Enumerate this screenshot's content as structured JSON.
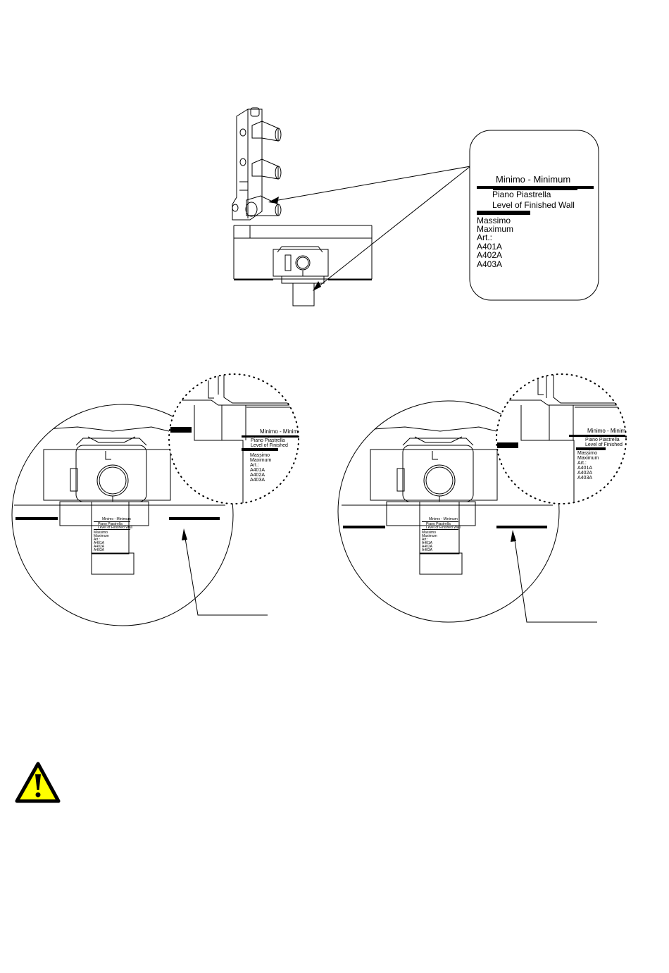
{
  "callout": {
    "minimum": "Minimo - Minimum",
    "tile_it": "Piano Piastrella",
    "tile_en": "Level of Finished Wall",
    "max_it": "Massimo",
    "max_en": "Maximum",
    "art": "Art.:",
    "art1": "A401A",
    "art2": "A402A",
    "art3": "A403A"
  },
  "detail_left": {
    "minimum": "Minimo - Minim",
    "tile_it": "Piano Piastrella",
    "tile_en": "Level of Finished",
    "max_it": "Massimo",
    "max_en": "Maximum",
    "art": "Art.:",
    "art1": "A401A",
    "art2": "A402A",
    "art3": "A403A",
    "small_min": "Minimo - Minimum",
    "small_tile_it": "Piano Piastrella",
    "small_tile_en": "Level of Finished Wall",
    "small_max_it": "Massimo",
    "small_max_en": "Maximum",
    "small_art": "Art.:",
    "small_a1": "A401A",
    "small_a2": "A402A",
    "small_a3": "A403A"
  },
  "detail_right": {
    "minimum": "Minimo - Minim",
    "tile_it": "Piano Piastrella",
    "tile_en": "Level of Finished",
    "max_it": "Massimo",
    "max_en": "Maximum",
    "art": "Art.:",
    "art1": "A401A",
    "art2": "A402A",
    "art3": "A403A",
    "small_min": "Minimo - Minimum",
    "small_tile_it": "Piano Piastrella",
    "small_tile_en": "Level of Finished Wall",
    "small_max_it": "Massimo",
    "small_max_en": "Maximum",
    "small_art": "Art.:",
    "small_a1": "A401A",
    "small_a2": "A402A",
    "small_a3": "A403A"
  },
  "colors": {
    "warning_fill": "#ffff00",
    "ink": "#000000"
  },
  "icons": {
    "warning": "warning-triangle-icon"
  }
}
